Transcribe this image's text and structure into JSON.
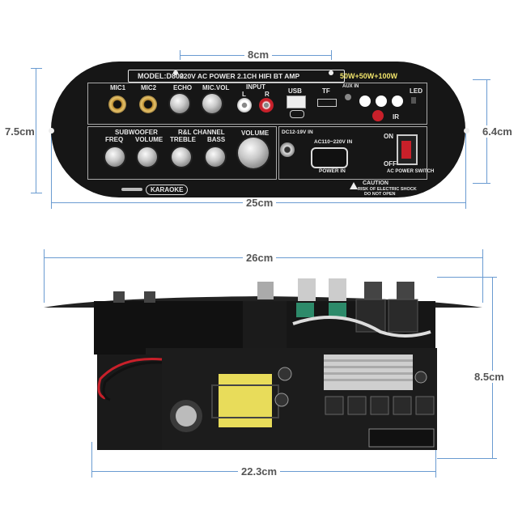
{
  "dimensions": {
    "top_width": "8cm",
    "height_left": "7.5cm",
    "height_right": "6.4cm",
    "panel_width": "25cm",
    "board_width": "26cm",
    "board_height": "8.5cm",
    "board_base_width": "22.3cm"
  },
  "panel": {
    "model": "MODEL:D800",
    "title": "220V AC POWER 2.1CH HIFI BT AMP",
    "power": "50W+50W+100W",
    "mic1": "MIC1",
    "mic2": "MIC2",
    "echo": "ECHO",
    "mic_vol": "MIC.VOL",
    "input": "INPUT",
    "input_l": "L",
    "input_r": "R",
    "usb": "USB",
    "tf": "TF",
    "aux_in": "AUX IN",
    "led": "LED",
    "ir": "IR",
    "subwoofer": "SUBWOOFER",
    "freq": "FREQ",
    "volume_sub": "VOLUME",
    "rl_channel": "R&L CHANNEL",
    "treble": "TREBLE",
    "bass": "BASS",
    "volume": "VOLUME",
    "dc_in": "DC12-19V IN",
    "ac_in": "AC110~220V IN",
    "power_in": "POWER IN",
    "on": "ON",
    "off": "OFF",
    "ac_switch": "AC POWER SWITCH",
    "caution": "CAUTION",
    "caution_1": "RISK OF ELECTRIC SHOCK",
    "caution_2": "DO NOT OPEN",
    "karaoke": "KARAOKE"
  },
  "colors": {
    "dimension_line": "#6a9bd1",
    "panel": "#161616",
    "pcb": "#1a1a1a",
    "rca_red": "#c8202a",
    "terminal_green": "#2d8a6a",
    "transformer_yellow": "#e8dc5a"
  }
}
